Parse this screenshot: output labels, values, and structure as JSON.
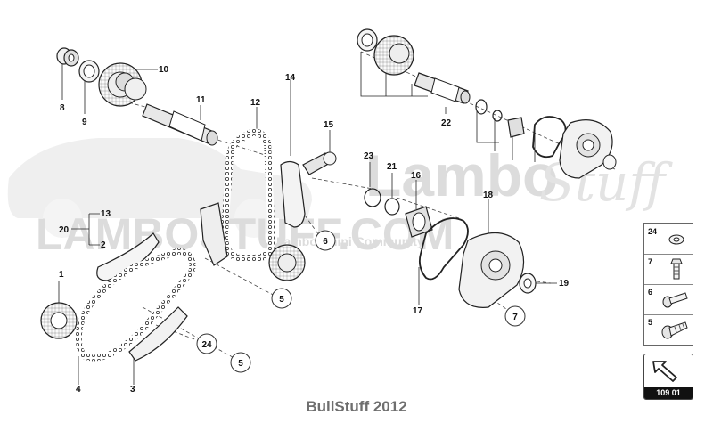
{
  "watermark": {
    "brand": "Lambo",
    "brand_script": "Stuff",
    "site": "LAMBOSTUFF.COM",
    "tagline": "Lamborghini Community"
  },
  "callouts": [
    "1",
    "2",
    "3",
    "4",
    "5",
    "5",
    "5",
    "6",
    "7",
    "7",
    "8",
    "9",
    "10",
    "11",
    "12",
    "13",
    "14",
    "15",
    "16",
    "17",
    "18",
    "19",
    "20",
    "21",
    "22",
    "23",
    "24"
  ],
  "legend": [
    {
      "number": "24",
      "icon": "washer-icon"
    },
    {
      "number": "7",
      "icon": "hex-bolt-icon"
    },
    {
      "number": "6",
      "icon": "flange-bolt-icon"
    },
    {
      "number": "5",
      "icon": "socket-bolt-icon"
    }
  ],
  "nav": {
    "page_label": "109 01",
    "icon": "arrow-icon"
  },
  "caption": "BullStuff 2012",
  "colors": {
    "line": "#222222",
    "part_light": "#f2f2f2",
    "watermark": "#dcdcdc",
    "caption": "#6e6e6e"
  }
}
